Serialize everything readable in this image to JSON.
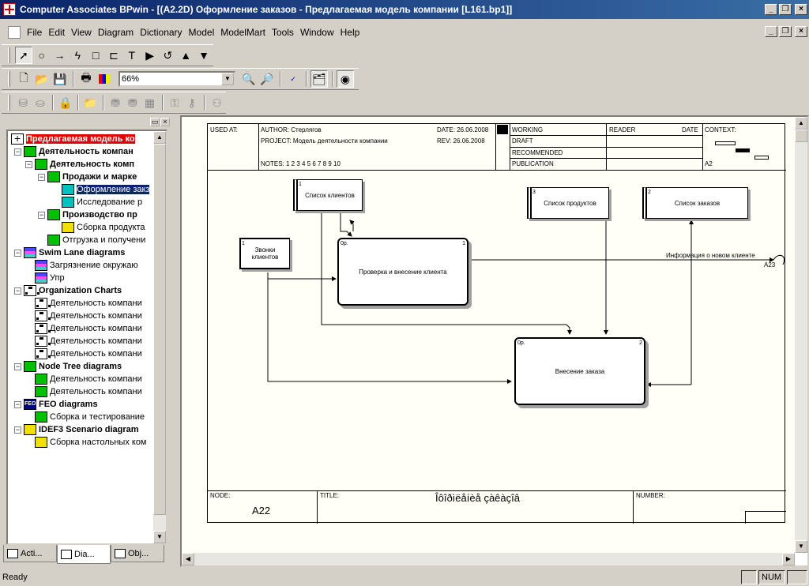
{
  "window": {
    "title": "Computer Associates BPwin - [(A2.2D) Оформление заказов - Предлагаемая модель компании  [L161.bp1]]",
    "min_glyph": "_",
    "max_glyph": "❐",
    "close_glyph": "×"
  },
  "menu": [
    {
      "label": "File",
      "u": "F",
      "rest": "ile"
    },
    {
      "label": "Edit",
      "u": "E",
      "rest": "dit"
    },
    {
      "label": "View",
      "u": "V",
      "rest": "iew"
    },
    {
      "label": "Diagram",
      "u": "D",
      "rest": "iagram"
    },
    {
      "label": "Dictionary",
      "u": "i",
      "pre": "D",
      "rest": "ctionary"
    },
    {
      "label": "Model",
      "u": "M",
      "rest": "odel"
    },
    {
      "label": "ModelMart",
      "u": "M",
      "rest": "odelMart"
    },
    {
      "label": "Tools",
      "u": "T",
      "rest": "ools"
    },
    {
      "label": "Window",
      "u": "W",
      "rest": "indow"
    },
    {
      "label": "Help",
      "u": "H",
      "rest": "elp"
    }
  ],
  "toolbar": {
    "zoom_value": "66%"
  },
  "tree": {
    "items": [
      {
        "label": "Предлагаемая модель ко",
        "icon": "root"
      },
      {
        "label": "Деятельность компан",
        "icon": "green"
      },
      {
        "label": "Деятельность комп",
        "icon": "green"
      },
      {
        "label": "Продажи и марке",
        "icon": "green"
      },
      {
        "label": "Оформление закз",
        "icon": "cyan"
      },
      {
        "label": "Исследование р",
        "icon": "cyan"
      },
      {
        "label": "Производство пр",
        "icon": "green"
      },
      {
        "label": "Сборка продукта",
        "icon": "yellow"
      },
      {
        "label": "Отгрузка и получени",
        "icon": "green"
      },
      {
        "label": "Swim Lane diagrams",
        "icon": "swim"
      },
      {
        "label": "Загрязнение окружаю",
        "icon": "swim"
      },
      {
        "label": "Упр",
        "icon": "swim"
      },
      {
        "label": "Organization Charts",
        "icon": "orgchart"
      },
      {
        "label": "Деятельность компани",
        "icon": "orgchart"
      },
      {
        "label": "Деятельность компани",
        "icon": "orgchart"
      },
      {
        "label": "Деятельность компани",
        "icon": "orgchart"
      },
      {
        "label": "Деятельность компани",
        "icon": "orgchart"
      },
      {
        "label": "Деятельность компани",
        "icon": "orgchart"
      },
      {
        "label": "Node Tree diagrams",
        "icon": "green"
      },
      {
        "label": "Деятельность компани",
        "icon": "green"
      },
      {
        "label": "Деятельность компани",
        "icon": "green"
      },
      {
        "label": "FEO diagrams",
        "icon": "feo",
        "icon_text": "FEO"
      },
      {
        "label": "Сборка и тестирование",
        "icon": "green"
      },
      {
        "label": "IDEF3 Scenario diagram",
        "icon": "yellow"
      },
      {
        "label": "Сборка настольных ком",
        "icon": "yellow"
      }
    ]
  },
  "tabs": [
    {
      "label": "Acti..."
    },
    {
      "label": "Dia..."
    },
    {
      "label": "Obj..."
    }
  ],
  "diagram": {
    "used_at": "USED AT:",
    "author": "AUTHOR:  Стерлягов",
    "project": "PROJECT:  Модель деятельности компании",
    "date": "DATE: 26.06.2008",
    "rev": "REV:  26.06.2008",
    "notes": "NOTES:  1  2  3  4  5  6  7  8  9  10",
    "status": [
      "WORKING",
      "DRAFT",
      "RECOMMENDED",
      "PUBLICATION"
    ],
    "reader": "READER",
    "date_col": "DATE",
    "context": "CONTEXT:",
    "context_node": "A2",
    "node_label": "NODE:",
    "node_value": "A22",
    "title_label": "TITLE:",
    "title_value": "Îôîðìëåíèå çàêàçîâ",
    "number_label": "NUMBER:",
    "boxes": {
      "clients_list": {
        "num": "1",
        "label": "Список клиентов"
      },
      "products_list": {
        "num": "3",
        "label": "Список продуктов"
      },
      "orders_list": {
        "num": "2",
        "label": "Список заказов"
      },
      "calls": {
        "num": "1",
        "label": "Звонки клиентов"
      }
    },
    "processes": {
      "check": {
        "tl": "0р.",
        "tr": "1",
        "label": "Проверка и внесение клиента"
      },
      "order": {
        "tl": "0р.",
        "tr": "2",
        "label": "Внесение заказа"
      }
    },
    "arrow_label": "Информация о новом клиенте",
    "arrow_ref": "A23"
  },
  "status": {
    "text": "Ready",
    "num": "NUM"
  }
}
